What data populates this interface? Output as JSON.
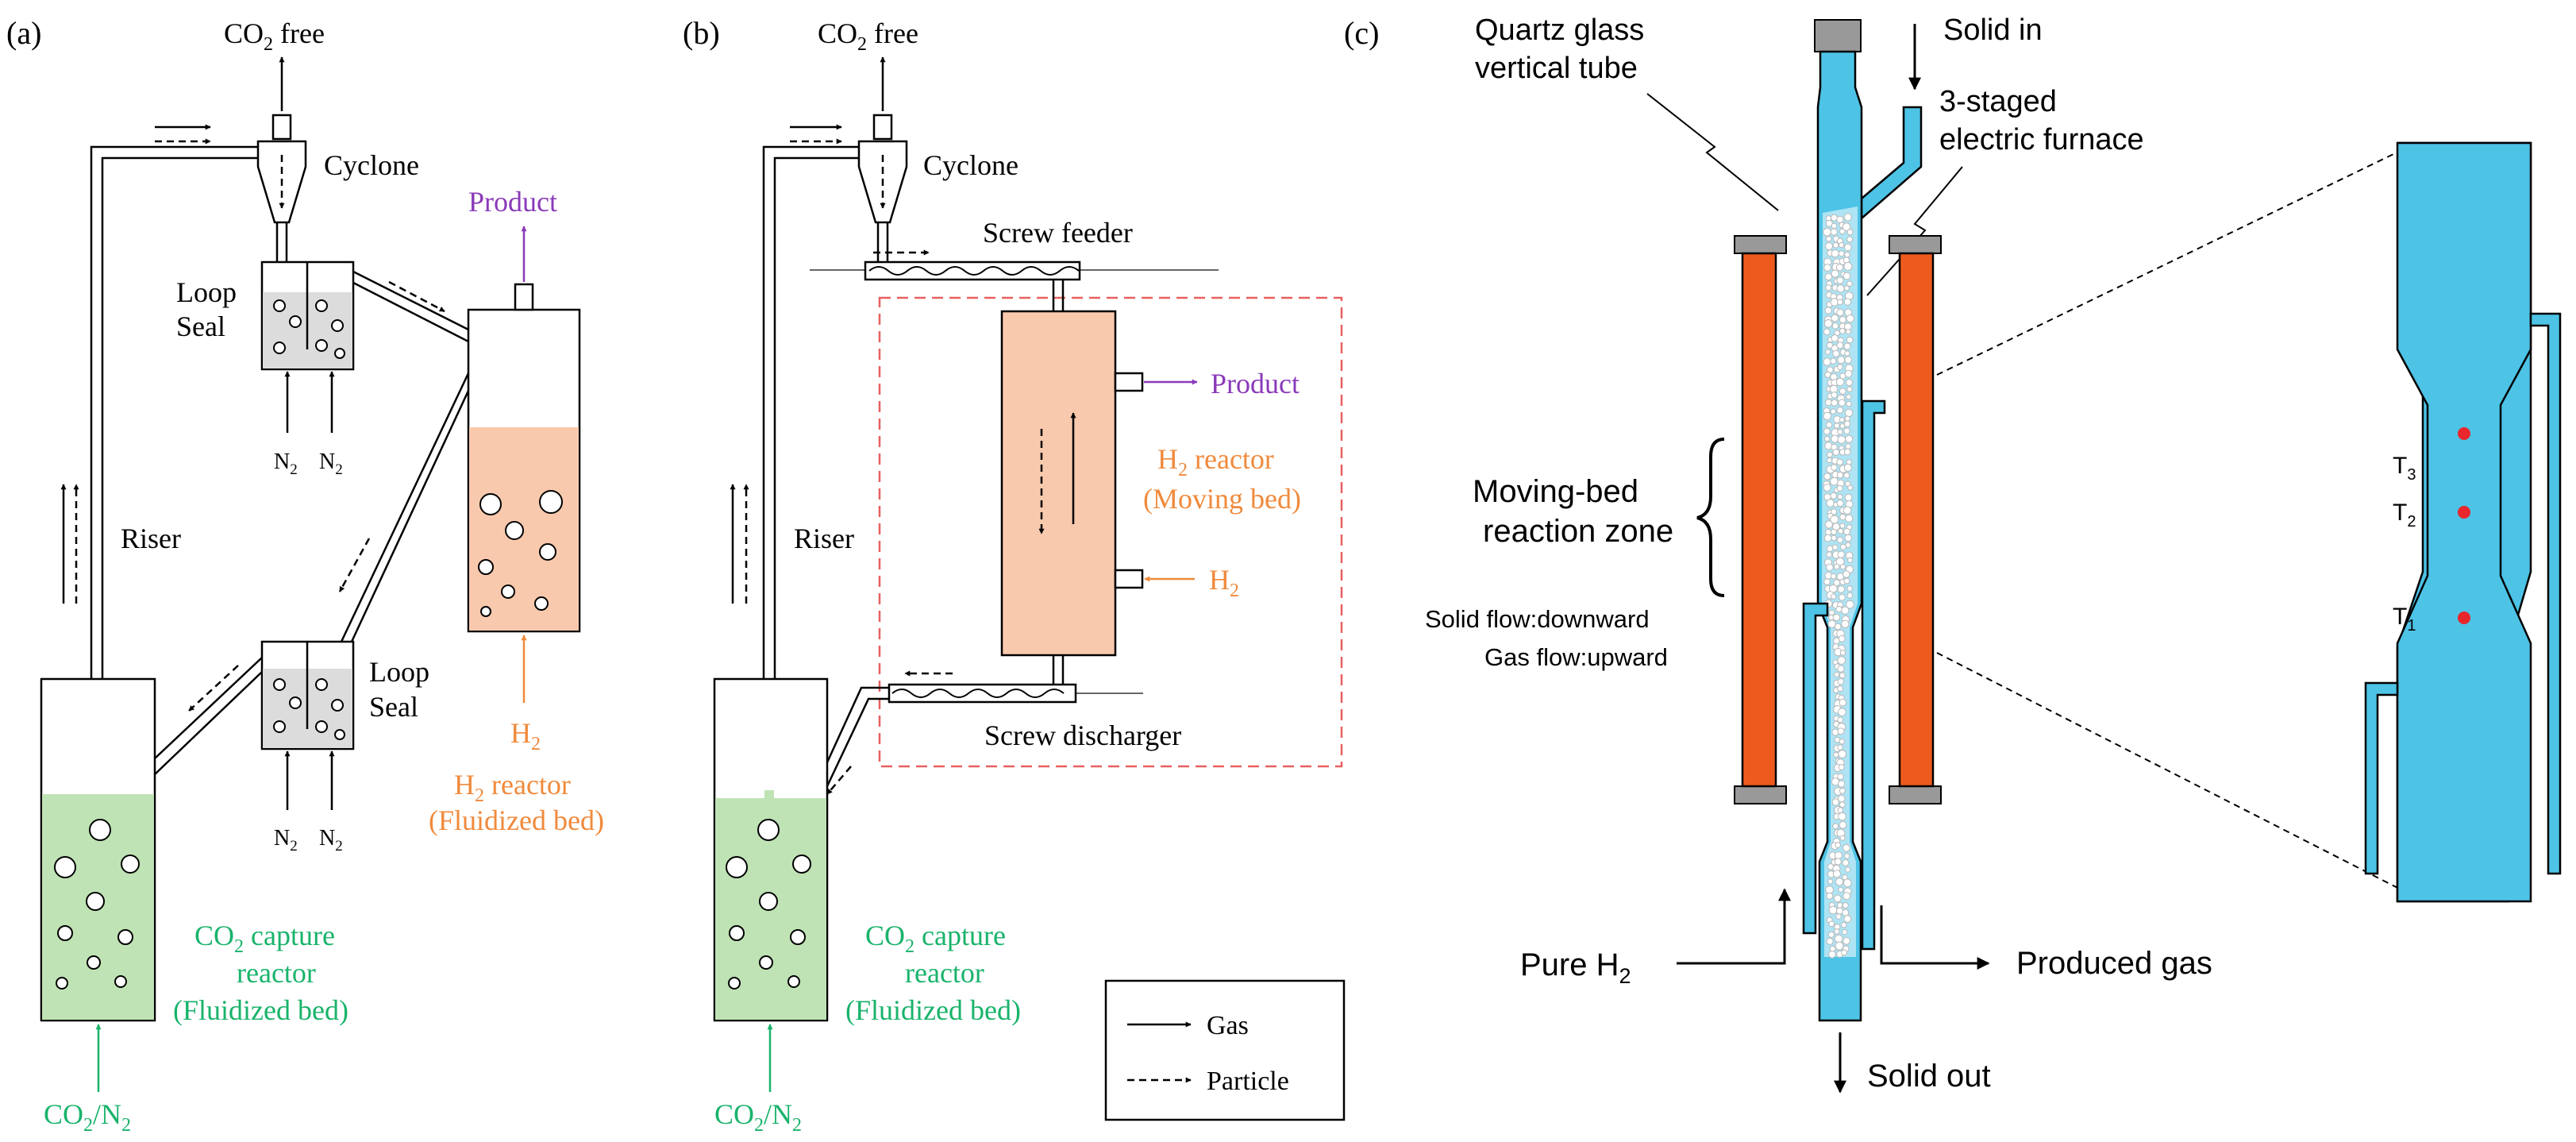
{
  "colors": {
    "line": "#000000",
    "cyclone_fill": "#ffffff",
    "loopseal_fill": "#dcdcdc",
    "h2_reactor_fill": "#f9c9ae",
    "co2_reactor_fill": "#bfe3b4",
    "product_purple": "#8a3ab9",
    "hydrogen_orange": "#f08a3c",
    "co2_green": "#19b36b",
    "dashed_box_red": "#e86060",
    "tube_blue": "#4dc3e6",
    "furnace_orange": "#ee5a1e",
    "thermocouple_red": "#e8262b",
    "flange_gray": "#999999"
  },
  "panel_a": {
    "panel_label": "(a)",
    "co2_free": {
      "main": "CO",
      "sub": "2",
      "tail": " free"
    },
    "cyclone": "Cyclone",
    "product": "Product",
    "loop_seal_top": {
      "line1": "Loop",
      "line2": "Seal"
    },
    "loop_seal_bottom": {
      "line1": "Loop",
      "line2": "Seal"
    },
    "n2": {
      "main": "N",
      "sub": "2"
    },
    "riser": "Riser",
    "h2_inlet": {
      "main": "H",
      "sub": "2"
    },
    "h2_reactor": {
      "main": "H",
      "sub": "2",
      "tail": " reactor",
      "line2": "(Fluidized bed)"
    },
    "co2_reactor": {
      "main": "CO",
      "sub": "2",
      "tail": " capture",
      "line2": "reactor",
      "line3": "(Fluidized bed)"
    },
    "co2_n2": {
      "a": "CO",
      "a_sub": "2",
      "b": "/N",
      "b_sub": "2"
    }
  },
  "panel_b": {
    "panel_label": "(b)",
    "co2_free": {
      "main": "CO",
      "sub": "2",
      "tail": " free"
    },
    "cyclone": "Cyclone",
    "screw_feeder": "Screw feeder",
    "product": "Product",
    "h2_reactor": {
      "main": "H",
      "sub": "2",
      "tail": " reactor",
      "line2": "(Moving bed)"
    },
    "h2_inlet": {
      "main": "H",
      "sub": "2"
    },
    "riser": "Riser",
    "screw_discharger": "Screw discharger",
    "co2_reactor": {
      "main": "CO",
      "sub": "2",
      "tail": " capture",
      "line2": "reactor",
      "line3": "(Fluidized bed)"
    },
    "co2_n2": {
      "a": "CO",
      "a_sub": "2",
      "b": "/N",
      "b_sub": "2"
    }
  },
  "legend": {
    "gas": "Gas",
    "particle": "Particle"
  },
  "panel_c": {
    "panel_label": "(c)",
    "quartz_tube": {
      "line1": "Quartz glass",
      "line2": "vertical tube"
    },
    "solid_in": "Solid in",
    "furnace": {
      "line1": "3-staged",
      "line2": "electric furnace"
    },
    "reaction_zone": {
      "line1": "Moving-bed",
      "line2": "reaction zone"
    },
    "solid_flow": "Solid flow:downward",
    "gas_flow": "Gas flow:upward",
    "pure_h2": {
      "main": "Pure H",
      "sub": "2"
    },
    "produced_gas": "Produced gas",
    "solid_out": "Solid out",
    "thermocouples": [
      {
        "main": "T",
        "sub": "3"
      },
      {
        "main": "T",
        "sub": "2"
      },
      {
        "main": "T",
        "sub": "1"
      }
    ]
  }
}
